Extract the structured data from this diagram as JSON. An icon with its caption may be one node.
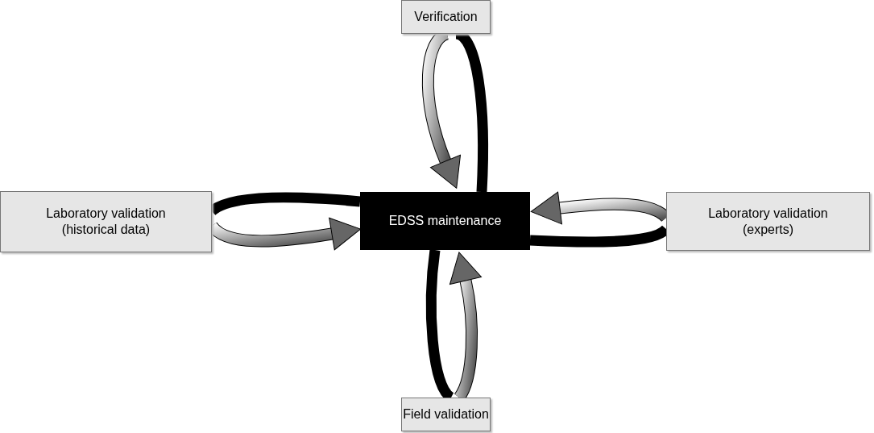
{
  "diagram": {
    "nodes": [
      {
        "text": [
          "Verification"
        ]
      },
      {
        "text": [
          "Laboratory validation (historical data)"
        ]
      },
      {
        "text": [
          "EDSS maintenance"
        ]
      },
      {
        "text": [
          "Laboratory validation (experts)"
        ]
      },
      {
        "text": [
          "Field validation"
        ]
      }
    ],
    "edges": [
      {
        "from": 2,
        "to": 0,
        "arrow": "none",
        "color": "#000000"
      },
      {
        "from": 0,
        "to": 2,
        "arrow": "to"
      },
      {
        "from": 2,
        "to": 1,
        "arrow": "none",
        "color": "#000000"
      },
      {
        "from": 1,
        "to": 2,
        "arrow": "to"
      },
      {
        "from": 2,
        "to": 3,
        "arrow": "none",
        "color": "#000000"
      },
      {
        "from": 3,
        "to": 2,
        "arrow": "to"
      },
      {
        "from": 2,
        "to": 4,
        "arrow": "none",
        "color": "#000000"
      },
      {
        "from": 4,
        "to": 2,
        "arrow": "to"
      }
    ]
  }
}
